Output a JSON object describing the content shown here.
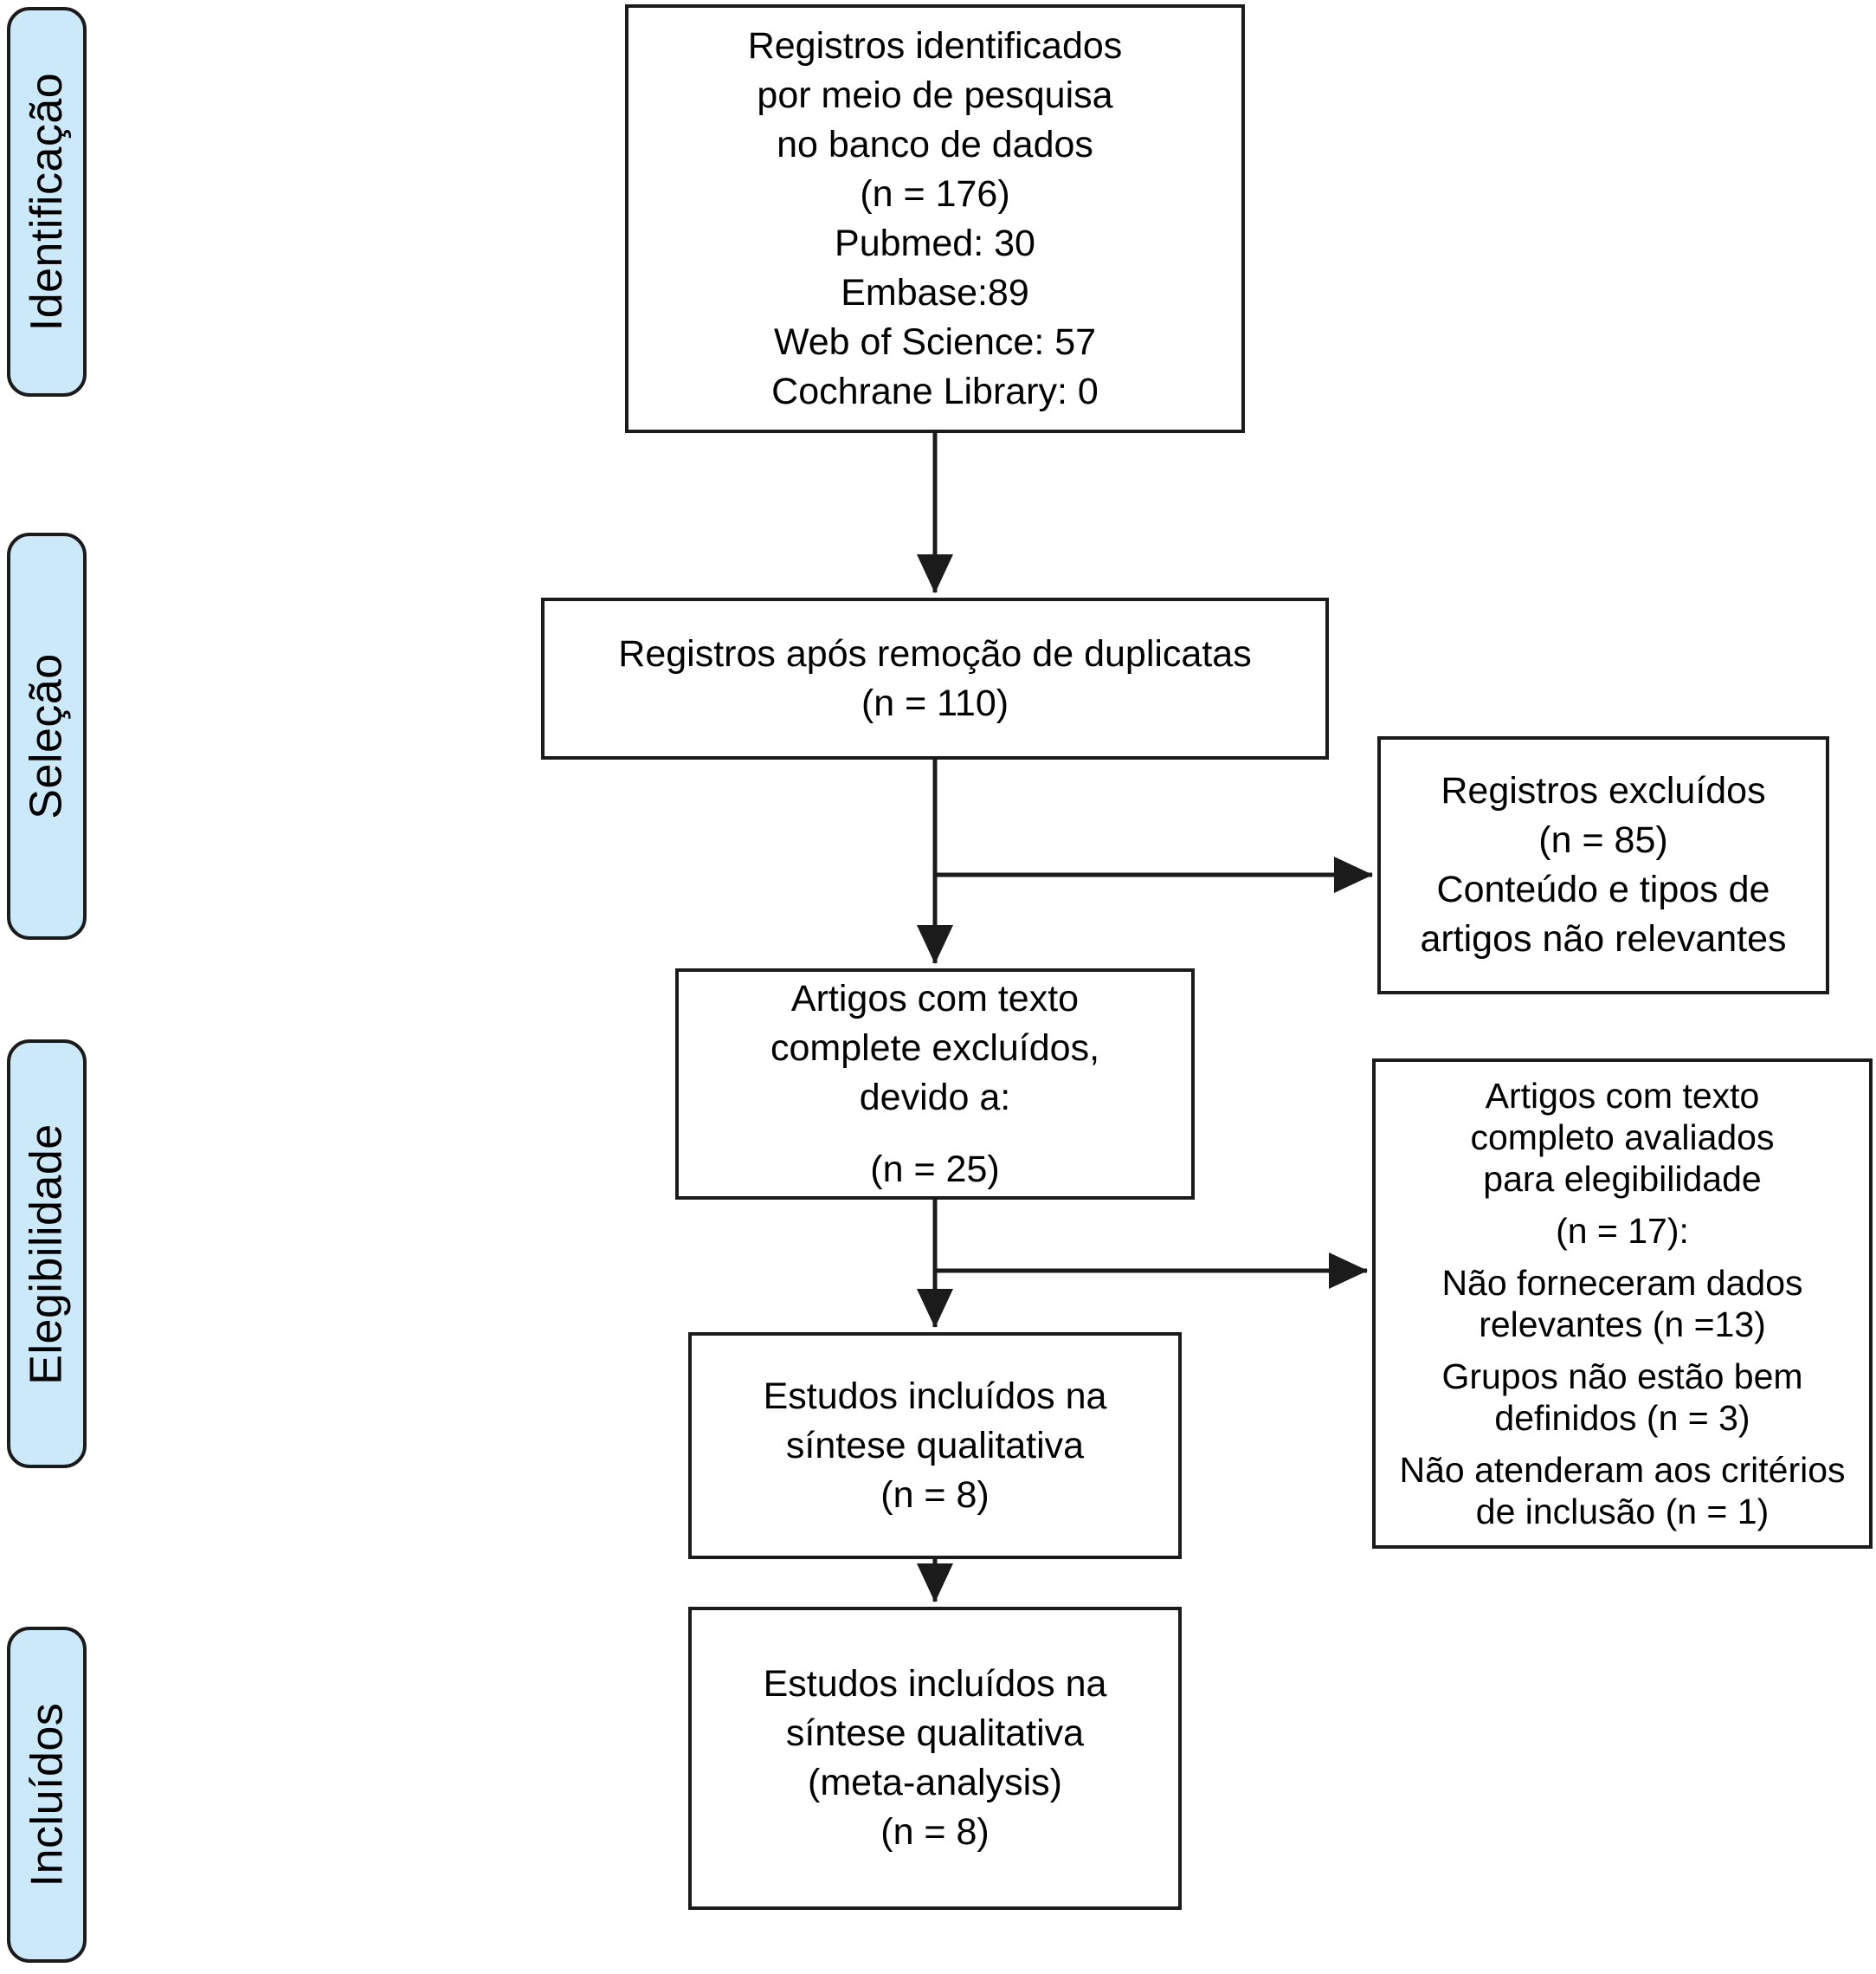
{
  "figure": {
    "kind": "PRISMA flow diagram",
    "language": "pt-BR"
  },
  "palette": {
    "stage_fill": "#cce9fa",
    "stage_border": "#1b1b1b",
    "box_fill": "#ffffff",
    "box_border": "#1b1b1b",
    "arrow": "#1b1b1b",
    "text": "#000000"
  },
  "stages": [
    {
      "label": "Identificação"
    },
    {
      "label": "Seleção"
    },
    {
      "label": "Elegibilidade"
    },
    {
      "label": "Incluídos"
    }
  ],
  "flow": {
    "identified": {
      "lines": [
        "Registros identificados",
        "por meio de pesquisa",
        "no banco de dados",
        "(n = 176)",
        "Pubmed: 30",
        "Embase:89",
        "Web of Science: 57",
        "Cochrane Library: 0"
      ]
    },
    "deduplicated": {
      "lines": [
        "Registros após remoção de duplicatas",
        "(n = 110)"
      ]
    },
    "fulltext_excluded": {
      "lines": [
        "Artigos com texto",
        "complete excluídos,",
        "devido a:",
        "(n = 25)"
      ]
    },
    "qualitative_synthesis": {
      "lines": [
        "Estudos incluídos na",
        "síntese qualitativa",
        "(n = 8)"
      ]
    },
    "meta_analysis": {
      "lines": [
        "Estudos incluídos na",
        "síntese qualitativa",
        "(meta-analysis)",
        "(n = 8)"
      ]
    },
    "records_excluded": {
      "lines": [
        "Registros excluídos",
        "(n = 85)",
        "Conteúdo e tipos de",
        "artigos não relevantes"
      ]
    },
    "eligibility_assessed": {
      "lines": [
        "Artigos com texto",
        "completo avaliados",
        "para elegibilidade",
        "(n = 17):",
        "Não forneceram dados",
        "relevantes (n =13)",
        "Grupos não estão bem",
        "definidos (n = 3)",
        "Não atenderam aos critérios",
        "de inclusão (n = 1)"
      ]
    }
  }
}
